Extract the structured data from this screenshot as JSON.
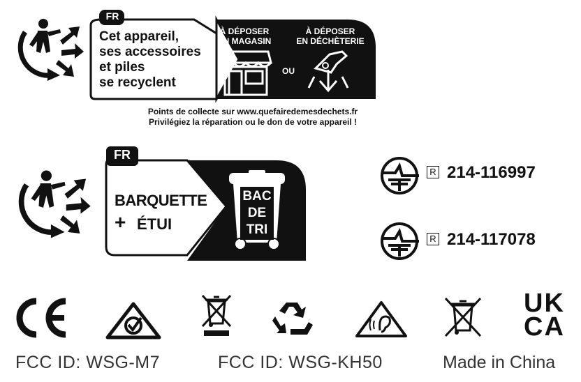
{
  "triman1": {
    "country": "FR",
    "main_text": [
      "Cet appareil,",
      "ses accessoires",
      "et piles",
      "se recyclent"
    ],
    "option1": [
      "À DÉPOSER",
      "EN MAGASIN"
    ],
    "or_label": "OU",
    "option2": [
      "À DÉPOSER",
      "EN DÉCHÈTERIE"
    ],
    "footnote": [
      "Points de collecte sur www.quefairedemesdechets.fr",
      "Privilégiez la réparation ou le don de votre appareil !"
    ]
  },
  "triman2": {
    "country": "FR",
    "item1": "BARQUETTE",
    "plus": "+",
    "item2": "ÉTUI",
    "bin_text": [
      "BAC",
      "DE",
      "TRI"
    ]
  },
  "approvals": [
    {
      "mark": "R",
      "number": "214-116997"
    },
    {
      "mark": "R",
      "number": "214-117078"
    }
  ],
  "ukca": [
    "UK",
    "CA"
  ],
  "footer": {
    "fcc1": "FCC ID: WSG-M7",
    "fcc2": "FCC ID: WSG-KH50",
    "origin": "Made in China"
  },
  "icons": [
    "triman-recycle-icon",
    "shop-icon",
    "hand-arrows-icon",
    "bin-icon",
    "telec-icon",
    "ce-icon",
    "rcm-icon",
    "crossed-bin-icon",
    "recycle-arrows-icon",
    "hearing-warning-icon",
    "ukca-icon"
  ]
}
